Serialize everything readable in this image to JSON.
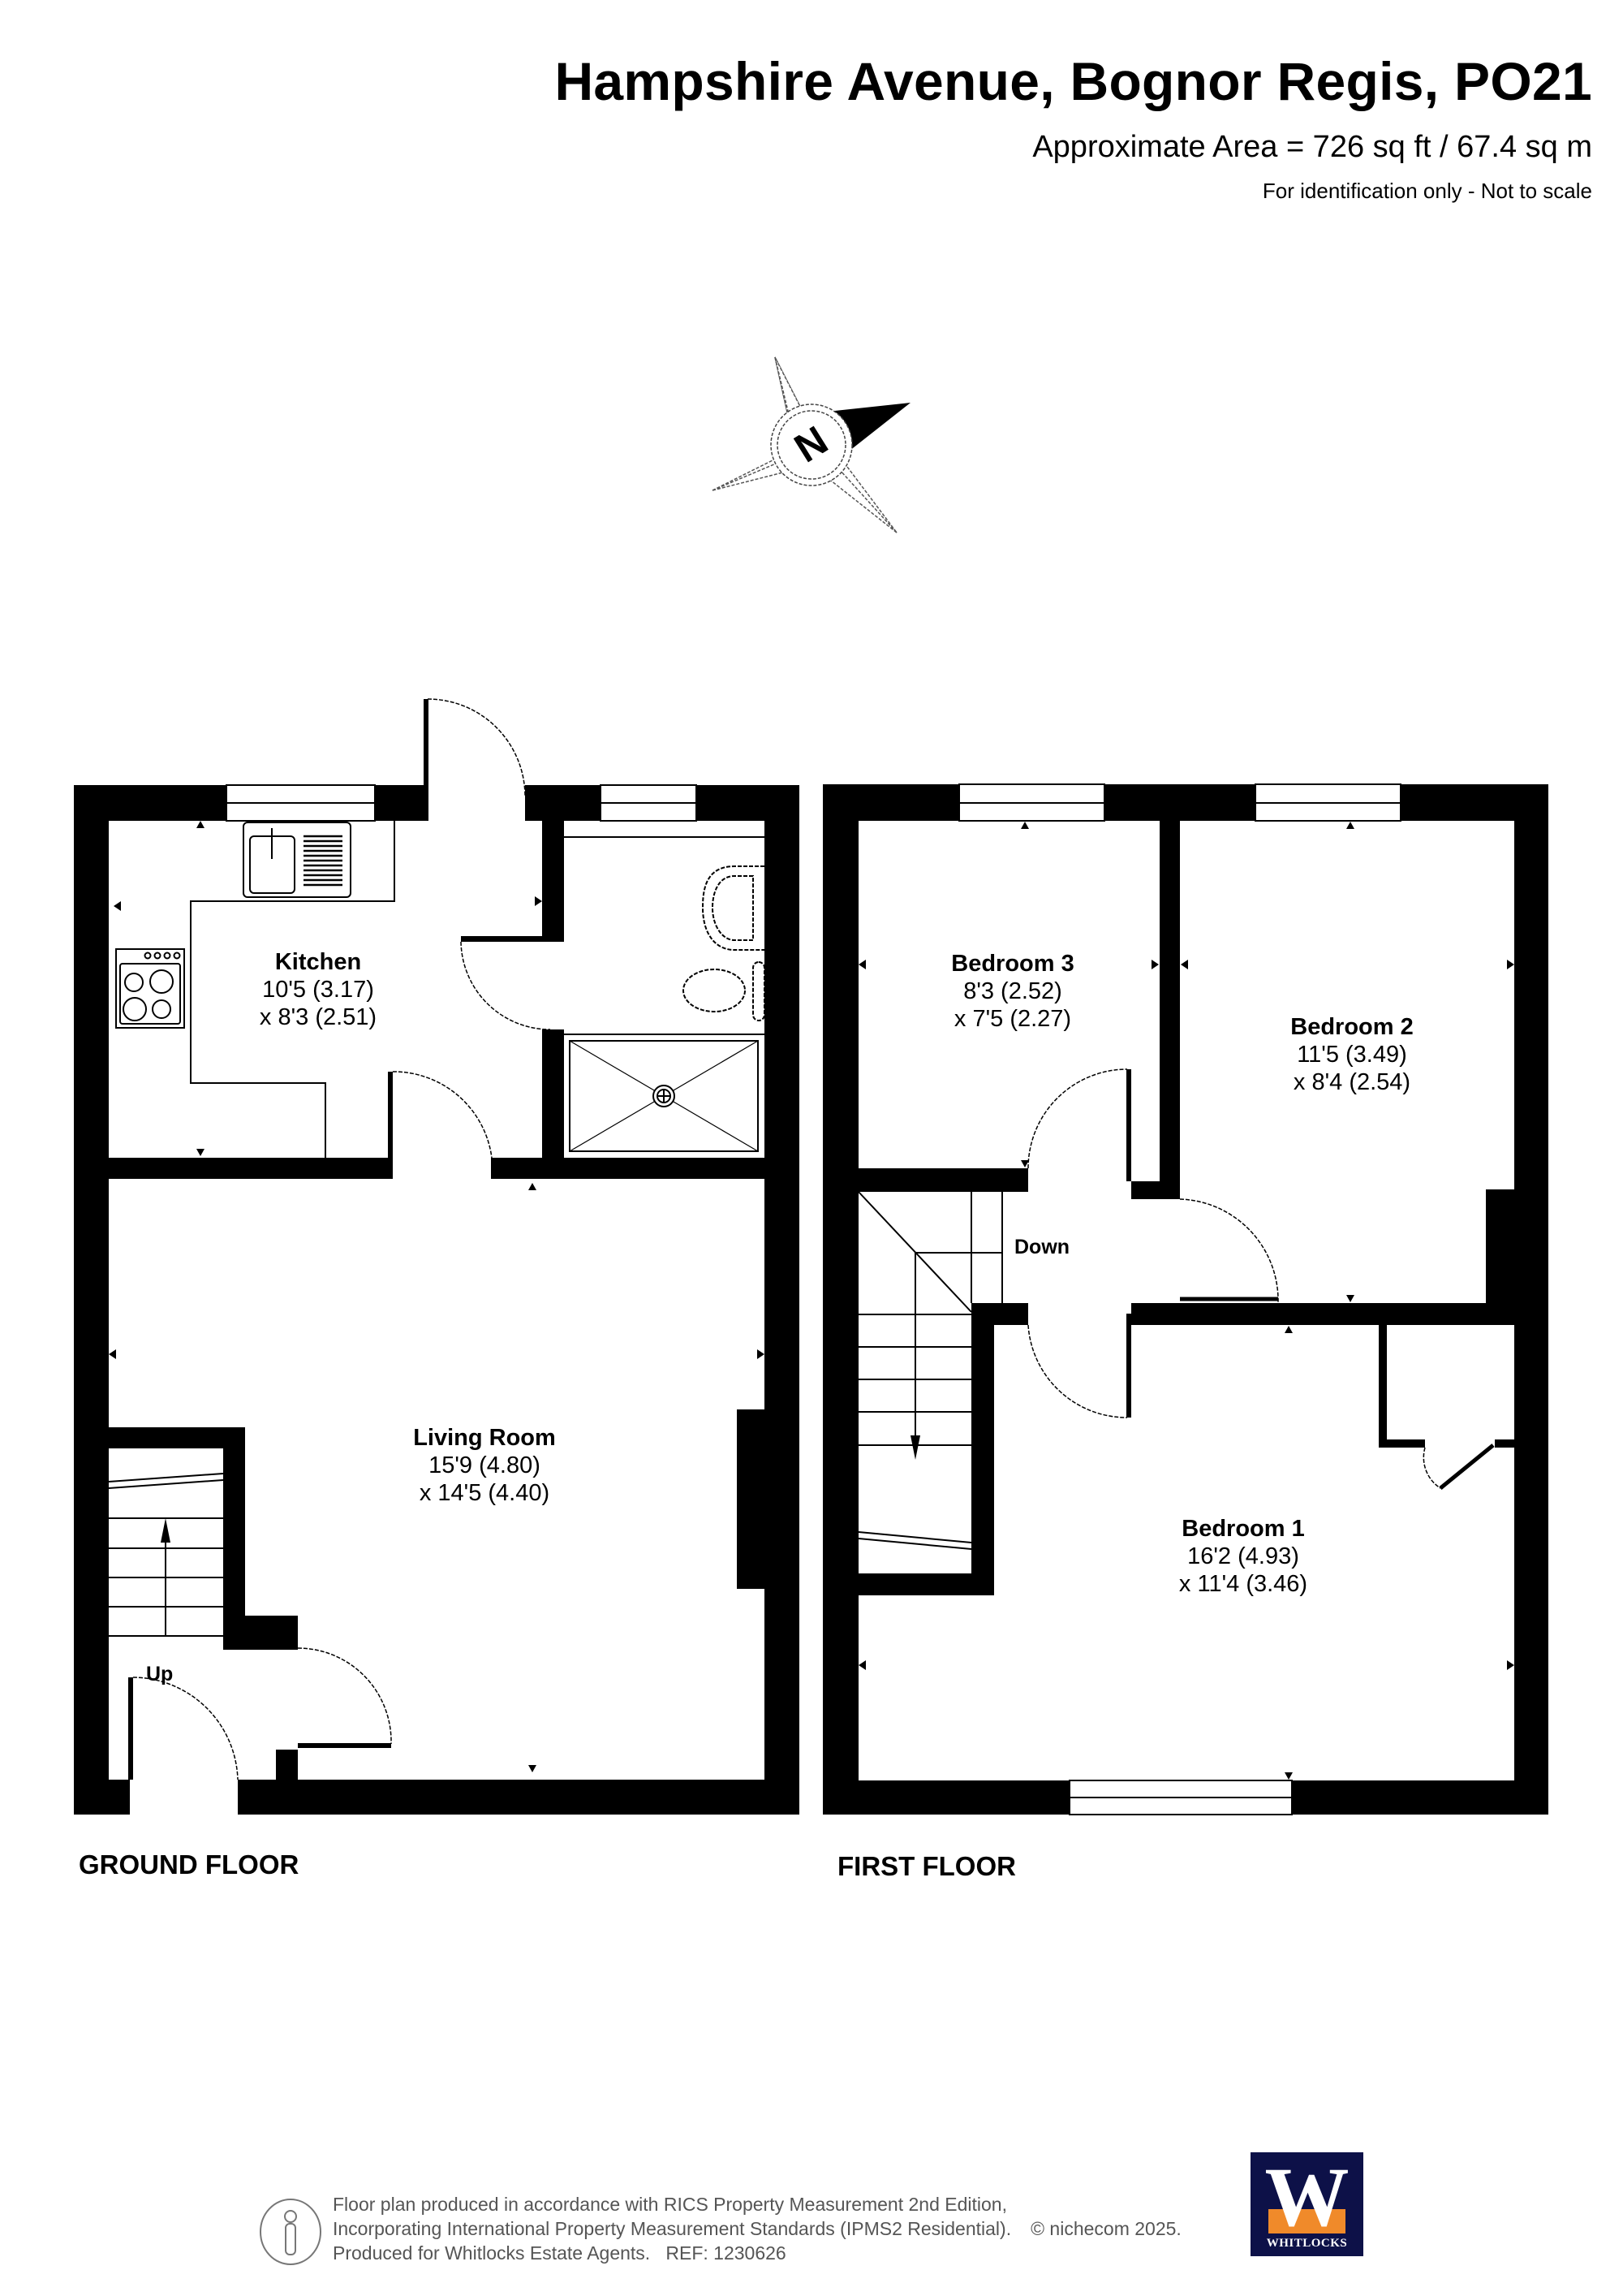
{
  "header": {
    "title": "Hampshire Avenue, Bognor Regis, PO21",
    "area": "Approximate Area = 726 sq ft / 67.4 sq m",
    "disclaimer": "For identification only - Not to scale"
  },
  "compass": {
    "label": "N",
    "icon": "north-compass-icon"
  },
  "floors": [
    {
      "label": "GROUND FLOOR",
      "stair_label": "Up",
      "rooms": [
        {
          "name": "Kitchen",
          "dim1": "10'5 (3.17)",
          "dim2": "x 8'3 (2.51)"
        },
        {
          "name": "Living Room",
          "dim1": "15'9 (4.80)",
          "dim2": "x 14'5 (4.40)"
        }
      ],
      "unlabelled_rooms": [
        "Shower Room (shower, WC, basin)"
      ]
    },
    {
      "label": "FIRST FLOOR",
      "stair_label": "Down",
      "rooms": [
        {
          "name": "Bedroom 3",
          "dim1": "8'3 (2.52)",
          "dim2": "x 7'5 (2.27)"
        },
        {
          "name": "Bedroom 2",
          "dim1": "11'5 (3.49)",
          "dim2": "x 8'4 (2.54)"
        },
        {
          "name": "Bedroom 1",
          "dim1": "16'2 (4.93)",
          "dim2": "x 11'4 (3.46)"
        }
      ]
    }
  ],
  "footer": {
    "line1": "Floor plan produced in accordance with RICS Property Measurement 2nd Edition,",
    "line2": "Incorporating International Property Measurement Standards (IPMS2 Residential).",
    "copyright": "© nichecom 2025.",
    "line3": "Produced for Whitlocks Estate Agents.",
    "ref": "REF: 1230626",
    "logo_letter": "W",
    "logo_brand": "WHITLOCKS",
    "colors": {
      "logo_navy": "#0d1148",
      "logo_orange": "#f08a2a",
      "footer_text": "#555555",
      "wall": "#000000"
    }
  }
}
